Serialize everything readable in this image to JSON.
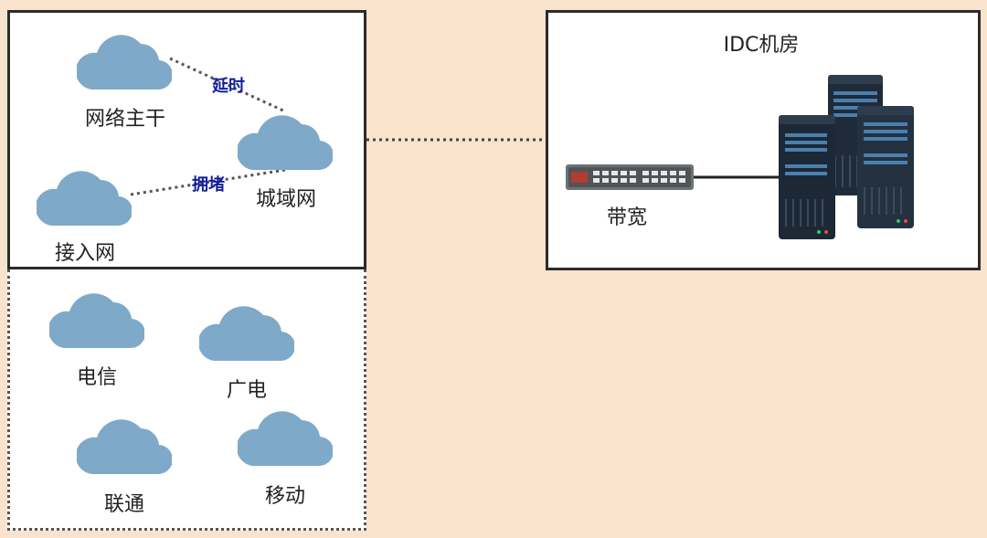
{
  "network": {
    "backbone_label": "网络主干",
    "metro_label": "城域网",
    "access_label": "接入网",
    "latency_label": "延时",
    "congestion_label": "拥堵"
  },
  "isps": {
    "telecom": "电信",
    "broadcast": "广电",
    "unicom": "联通",
    "mobile": "移动"
  },
  "idc": {
    "title": "IDC机房",
    "bandwidth_label": "带宽"
  },
  "colors": {
    "background": "#f9e3cc",
    "cloud": "#7fa9c9",
    "server_dark": "#1f2b38",
    "server_stripe": "#4a7fae",
    "switch_body": "#6d7275",
    "link_text": "#13209a"
  }
}
